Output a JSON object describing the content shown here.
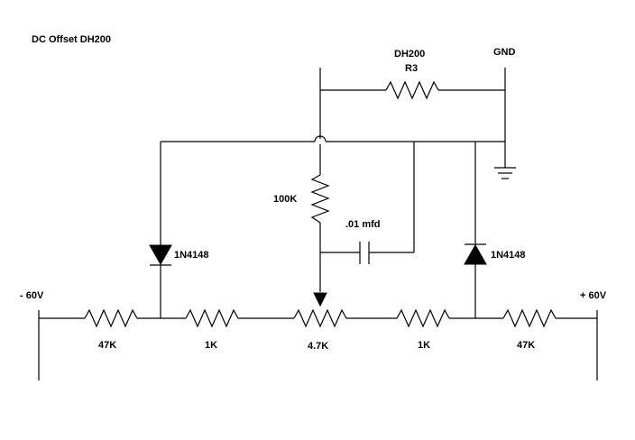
{
  "title": "DC Offset DH200",
  "rails": {
    "negative": "- 60V",
    "positive": "+ 60V",
    "ground": "GND"
  },
  "components": {
    "r3_name": "DH200",
    "r3_ref": "R3",
    "r_left_outer": "47K",
    "r_left_inner": "1K",
    "pot": "4.7K",
    "r_right_inner": "1K",
    "r_right_outer": "47K",
    "r_feedback": "100K",
    "capacitor": ".01 mfd",
    "diode_left": "1N4148",
    "diode_right": "1N4148"
  }
}
